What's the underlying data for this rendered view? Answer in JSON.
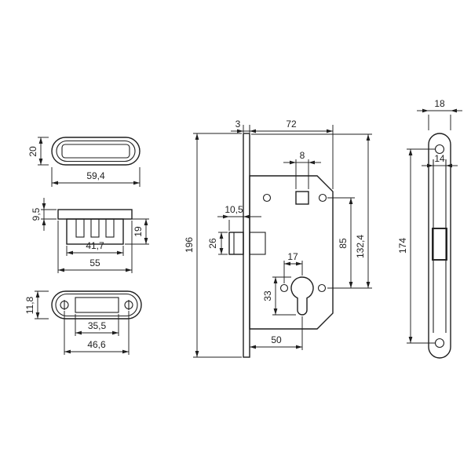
{
  "colors": {
    "line": "#1f1f1f",
    "background": "#ffffff"
  },
  "views": {
    "plate_top": {
      "height": "20",
      "width": "59,4"
    },
    "housing": {
      "flange": "9,5",
      "depth": "19",
      "body_width": "41,7",
      "width": "55"
    },
    "plate_front": {
      "height": "11,8",
      "cutout": "35,5",
      "holes": "46,6"
    },
    "body": {
      "front": "3",
      "depth": "72",
      "spindle": "8",
      "latch_proj": "10,5",
      "latch_h": "26",
      "height": "196",
      "cyl_off": "17",
      "centers": "85",
      "top_cyl": "132,4",
      "cyl_h": "33",
      "backset": "50"
    },
    "faceplate": {
      "width": "18",
      "inner": "14",
      "holes": "174"
    }
  }
}
